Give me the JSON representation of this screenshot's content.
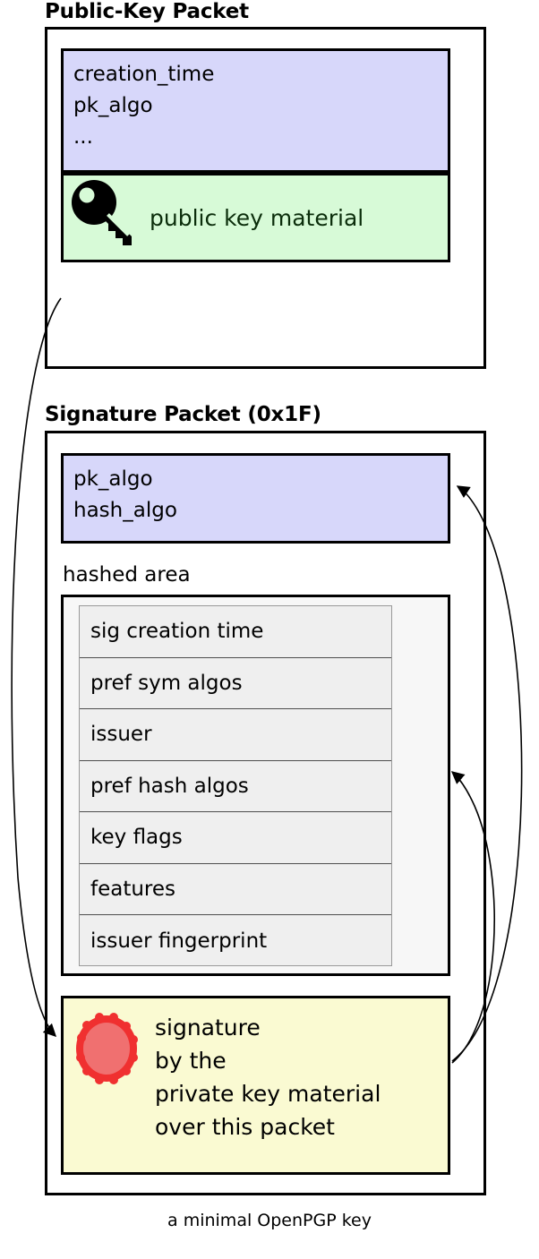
{
  "caption": "a minimal OpenPGP key",
  "colors": {
    "purple": "#d7d7fa",
    "green": "#d7fad7",
    "yellow": "#fafad2",
    "subpacket_gray": "#efefef",
    "hashed_gray": "#f7f7f7",
    "stroke": "#000000",
    "seal_red": "#f03030",
    "seal_fill": "#f07070",
    "green_text": "#0b2d0b"
  },
  "public_key_packet": {
    "title": "Public-Key Packet",
    "header_fields": [
      "creation_time",
      "pk_algo",
      "..."
    ],
    "key_material": {
      "icon": "key-icon",
      "label": "public key material"
    }
  },
  "signature_packet": {
    "title": "Signature Packet (0x1F)",
    "algo_fields": [
      "pk_algo",
      "hash_algo"
    ],
    "hashed_area": {
      "label": "hashed area",
      "subpackets": [
        "sig creation time",
        "pref sym algos",
        "issuer",
        "pref hash algos",
        "key flags",
        "features",
        "issuer fingerprint"
      ]
    },
    "signature_block": {
      "icon": "seal-icon",
      "lines": [
        "signature",
        "by the",
        "private key material",
        "over this packet"
      ]
    }
  }
}
